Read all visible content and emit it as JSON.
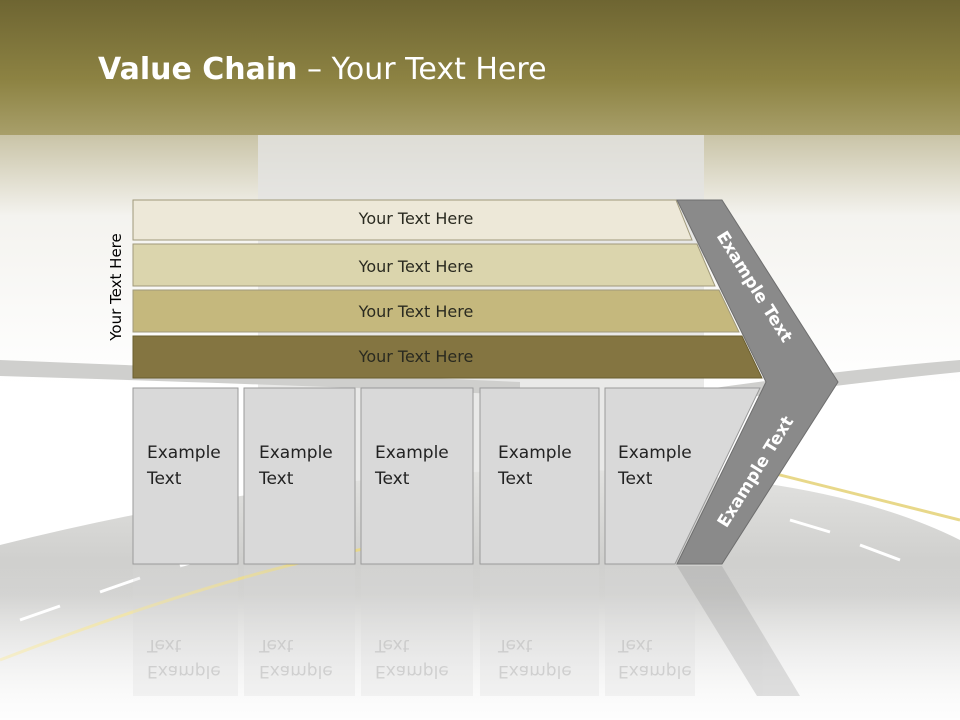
{
  "title": {
    "bold": "Value Chain",
    "rest": " – Your Text Here"
  },
  "side_label": "Your Text Here",
  "bars": [
    {
      "label": "Your Text Here",
      "color": "#ede8d8"
    },
    {
      "label": "Your Text Here",
      "color": "#dbd5ad"
    },
    {
      "label": "Your Text Here",
      "color": "#c5b87d"
    },
    {
      "label": "Your Text Here",
      "color": "#847541"
    }
  ],
  "boxes": [
    {
      "line1": "Example",
      "line2": "Text"
    },
    {
      "line1": "Example",
      "line2": "Text"
    },
    {
      "line1": "Example",
      "line2": "Text"
    },
    {
      "line1": "Example",
      "line2": "Text"
    },
    {
      "line1": "Example",
      "line2": "Text"
    }
  ],
  "chevron": {
    "top_label": "Example Text",
    "bottom_label": "Example Text",
    "color": "#8a8a8a"
  },
  "colors": {
    "header": "#8c7f3a",
    "box_fill": "#d9d9d9",
    "box_border": "#9a9a9a"
  }
}
